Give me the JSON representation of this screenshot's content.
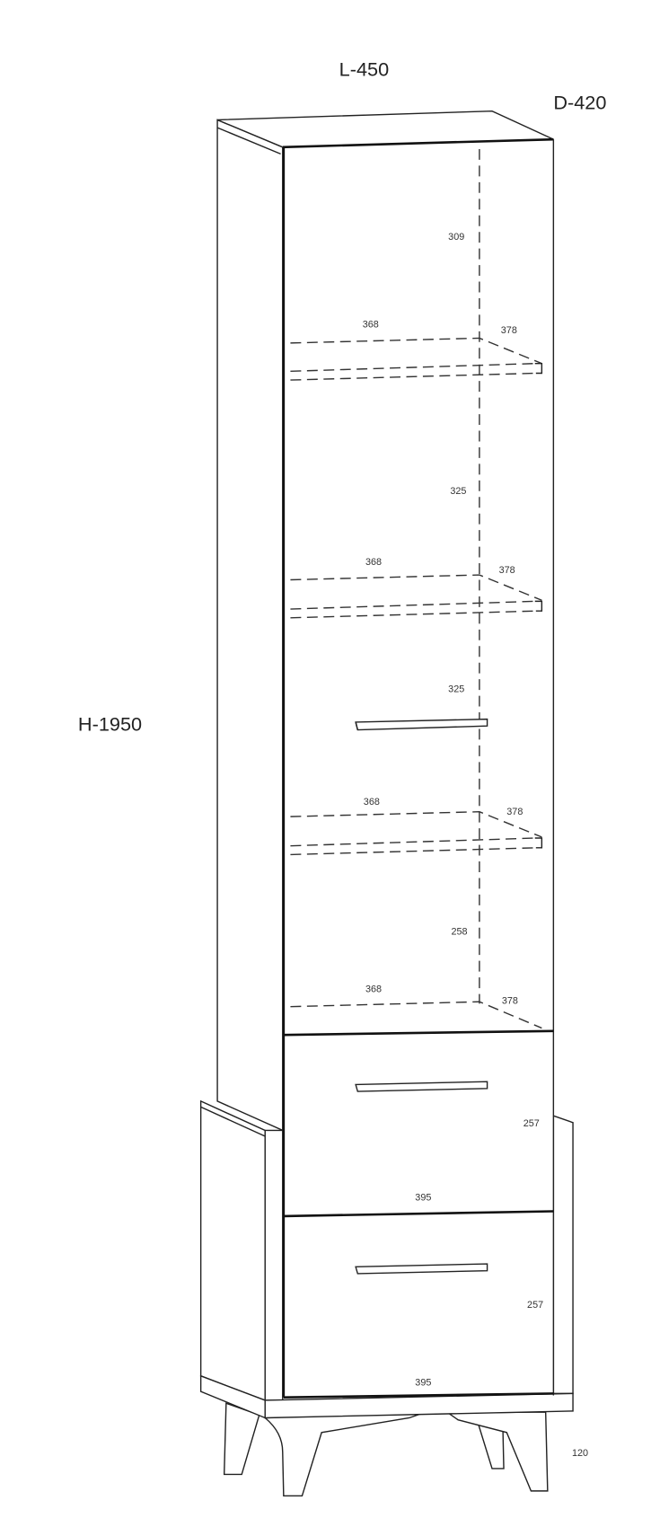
{
  "overall": {
    "width": "L-450",
    "depth": "D-420",
    "height": "H-1950"
  },
  "dimensions": {
    "top_compartment_height": "309",
    "compartment_heights": [
      "325",
      "325",
      "258"
    ],
    "shelf_widths": [
      "368",
      "368",
      "368",
      "368"
    ],
    "shelf_depths": [
      "378",
      "378",
      "378",
      "378"
    ],
    "drawer_heights": [
      "257",
      "257"
    ],
    "drawer_widths": [
      "395",
      "395"
    ],
    "leg_height": "120"
  }
}
